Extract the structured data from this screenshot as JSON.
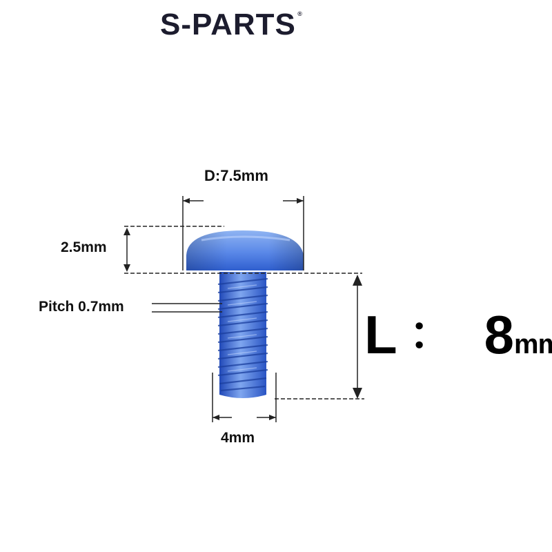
{
  "brand": {
    "name": "S-PARTS",
    "registered_mark": "®"
  },
  "dimensions": {
    "head_diameter": "D:7.5mm",
    "head_height": "2.5mm",
    "pitch": "Pitch 0.7mm",
    "thread_diameter": "4mm",
    "length_letter": "L",
    "length_separator": "：",
    "length_value": "8",
    "length_unit": "mm"
  },
  "colors": {
    "screw_light": "#8fb4f2",
    "screw_mid": "#4a7ee6",
    "screw_dark": "#2149b8",
    "dimension_line": "#222222",
    "text": "#111111"
  }
}
